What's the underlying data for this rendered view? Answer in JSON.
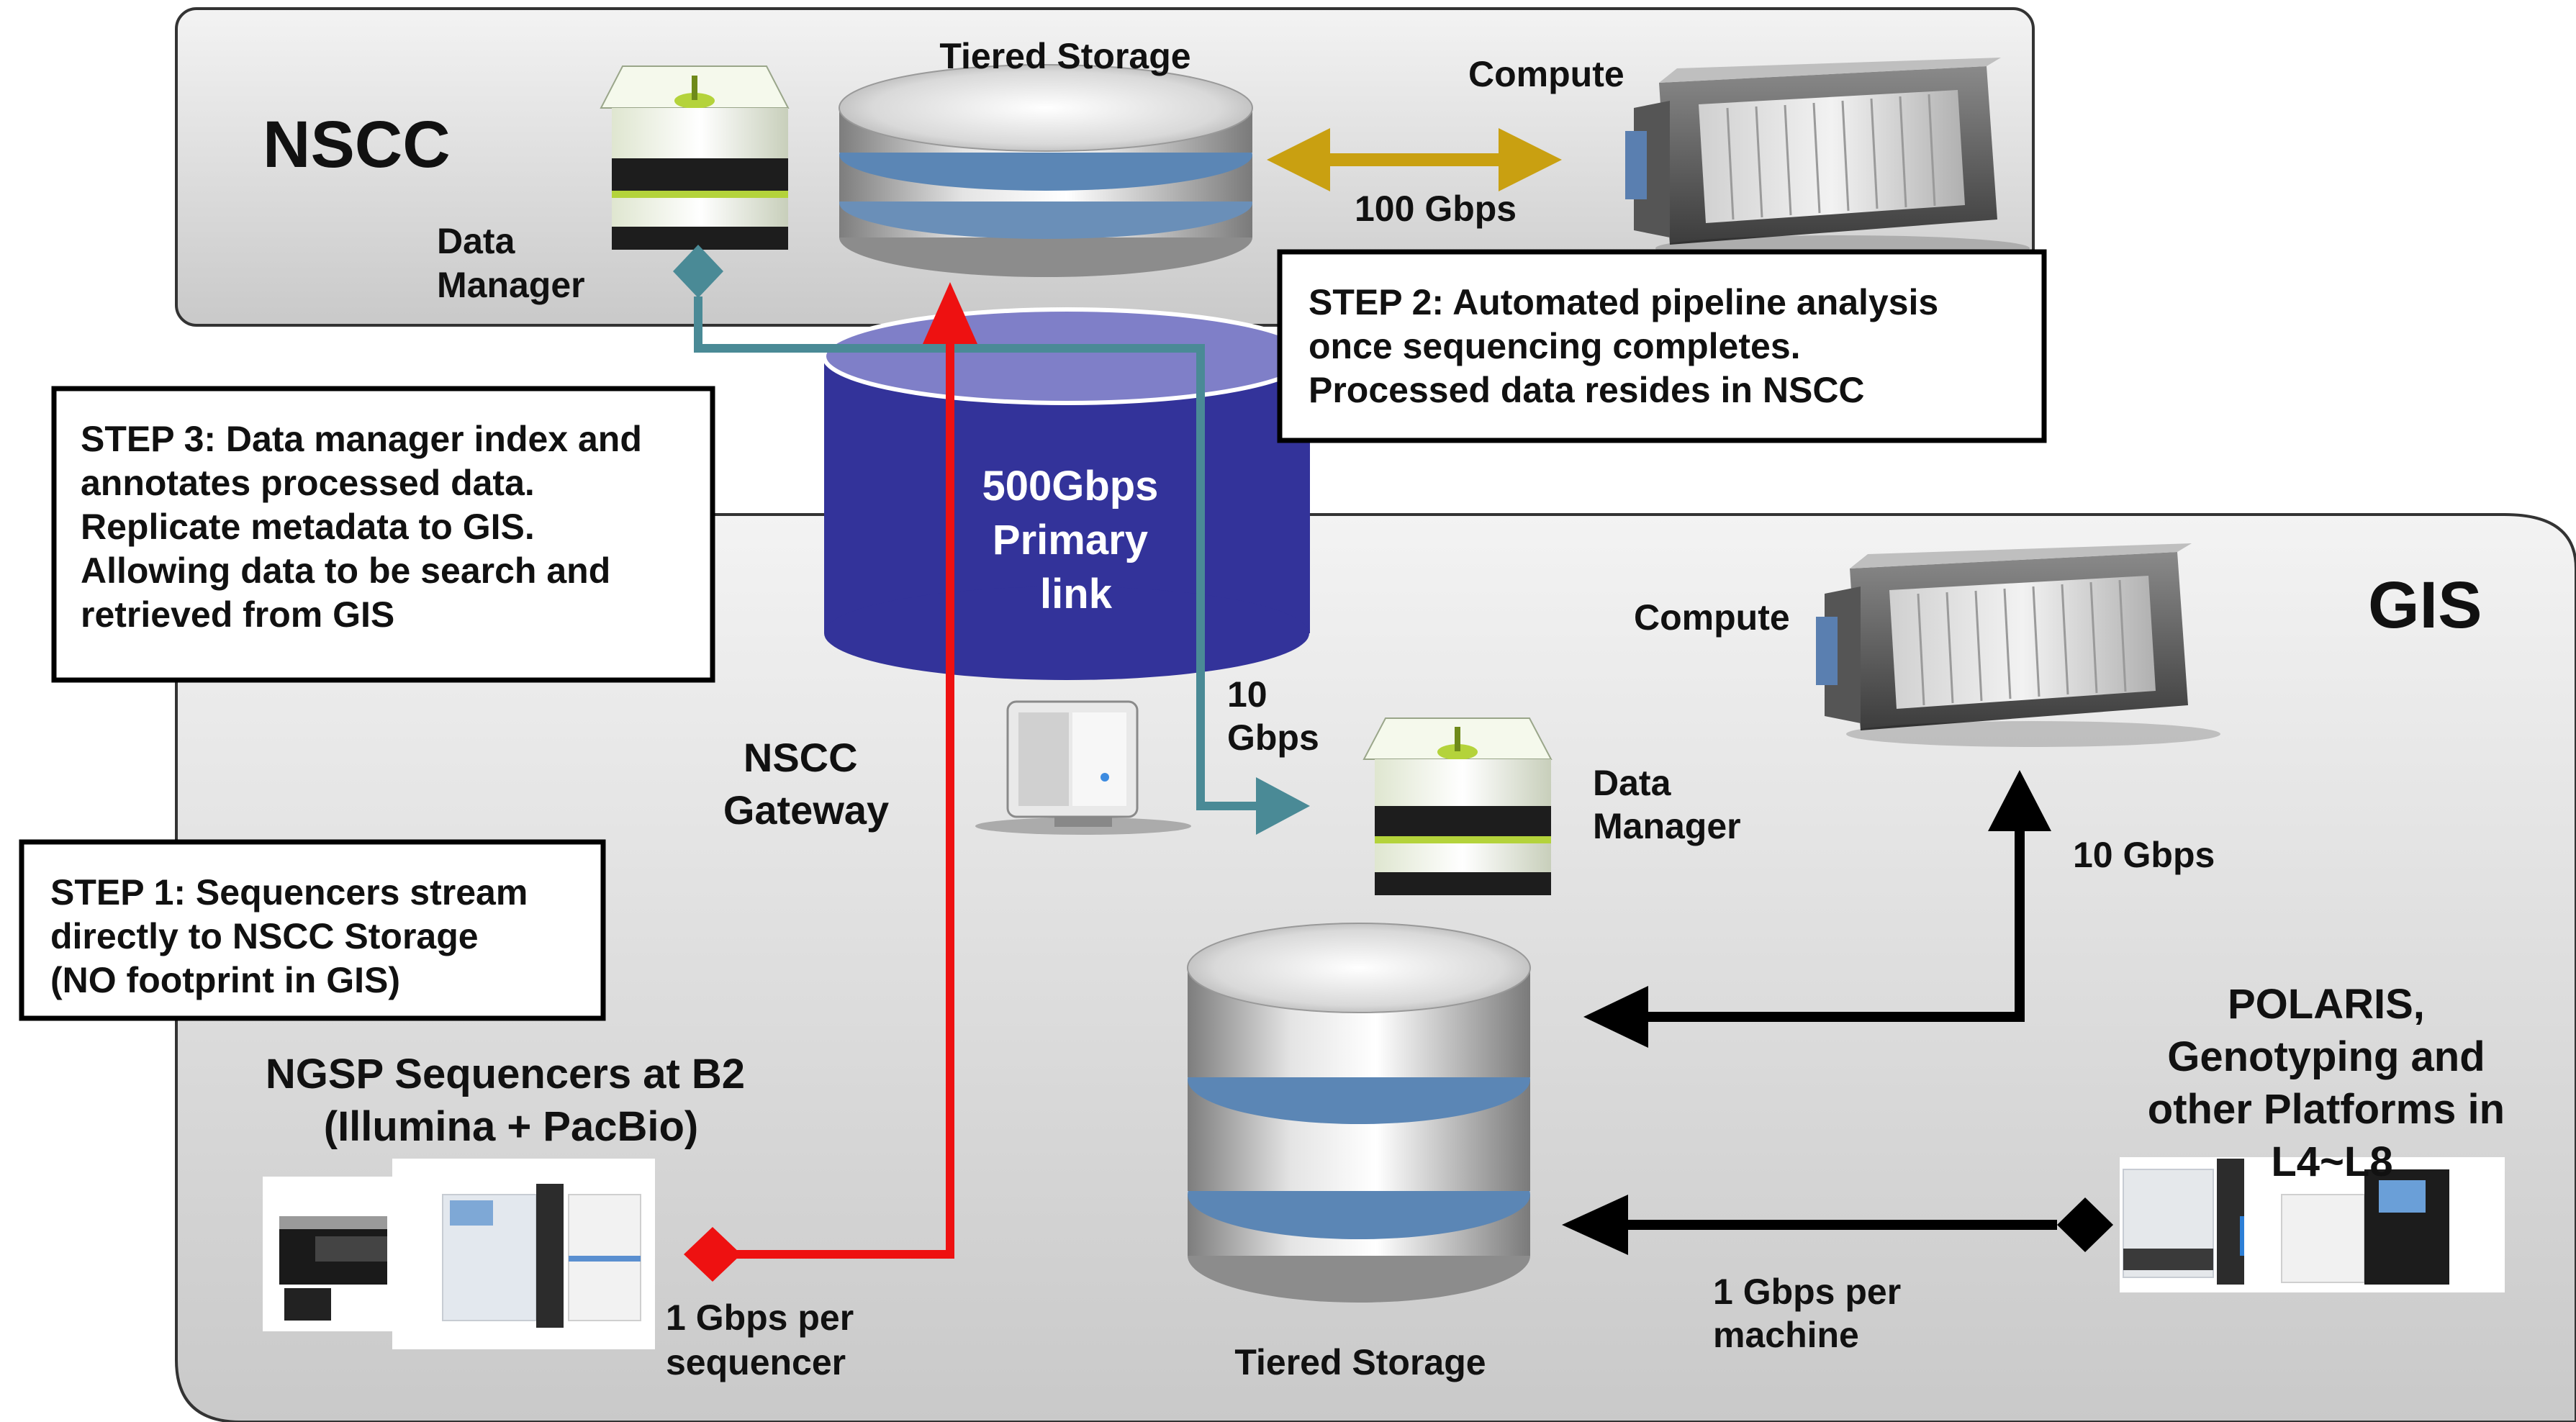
{
  "nscc_region": {
    "title": "NSCC",
    "tiered_storage_label": "Tiered Storage",
    "compute_label": "Compute",
    "link_label": "100 Gbps",
    "data_manager_label": [
      "Data",
      "Manager"
    ]
  },
  "gis_region": {
    "title": "GIS",
    "compute_label": "Compute",
    "compute_link_label": "10 Gbps",
    "data_manager_label": [
      "Data",
      "Manager"
    ],
    "data_manager_link_label": [
      "10",
      "Gbps"
    ],
    "tiered_storage_label": "Tiered Storage",
    "gateway_label": [
      "NSCC",
      "Gateway"
    ],
    "primary_link_label": [
      "500Gbps",
      "Primary",
      "link"
    ],
    "sequencers_label": [
      "NGSP Sequencers at B2",
      "(Illumina + PacBio)"
    ],
    "sequencer_link_label": [
      "1 Gbps per",
      "sequencer"
    ],
    "platforms_label": [
      "POLARIS,",
      "Genotyping and",
      "other Platforms in",
      "L4~L8"
    ],
    "machine_link_label": [
      "1 Gbps per",
      "machine"
    ]
  },
  "steps": {
    "step1": [
      "STEP 1: Sequencers stream",
      "directly to NSCC Storage",
      "(NO footprint in GIS)"
    ],
    "step2": [
      "STEP 2: Automated pipeline analysis",
      "once sequencing completes.",
      "Processed data resides in NSCC"
    ],
    "step3": [
      "STEP 3: Data manager index and",
      "annotates processed data.",
      "Replicate metadata to GIS.",
      "Allowing data to be search and",
      "retrieved from GIS"
    ]
  },
  "colors": {
    "sequencer_stream": "#ee1111",
    "metadata_replication": "#4a8a96",
    "nscc_compute_link": "#c9a011",
    "gis_links": "#000000",
    "primary_link_cylinder": "#33339a"
  }
}
